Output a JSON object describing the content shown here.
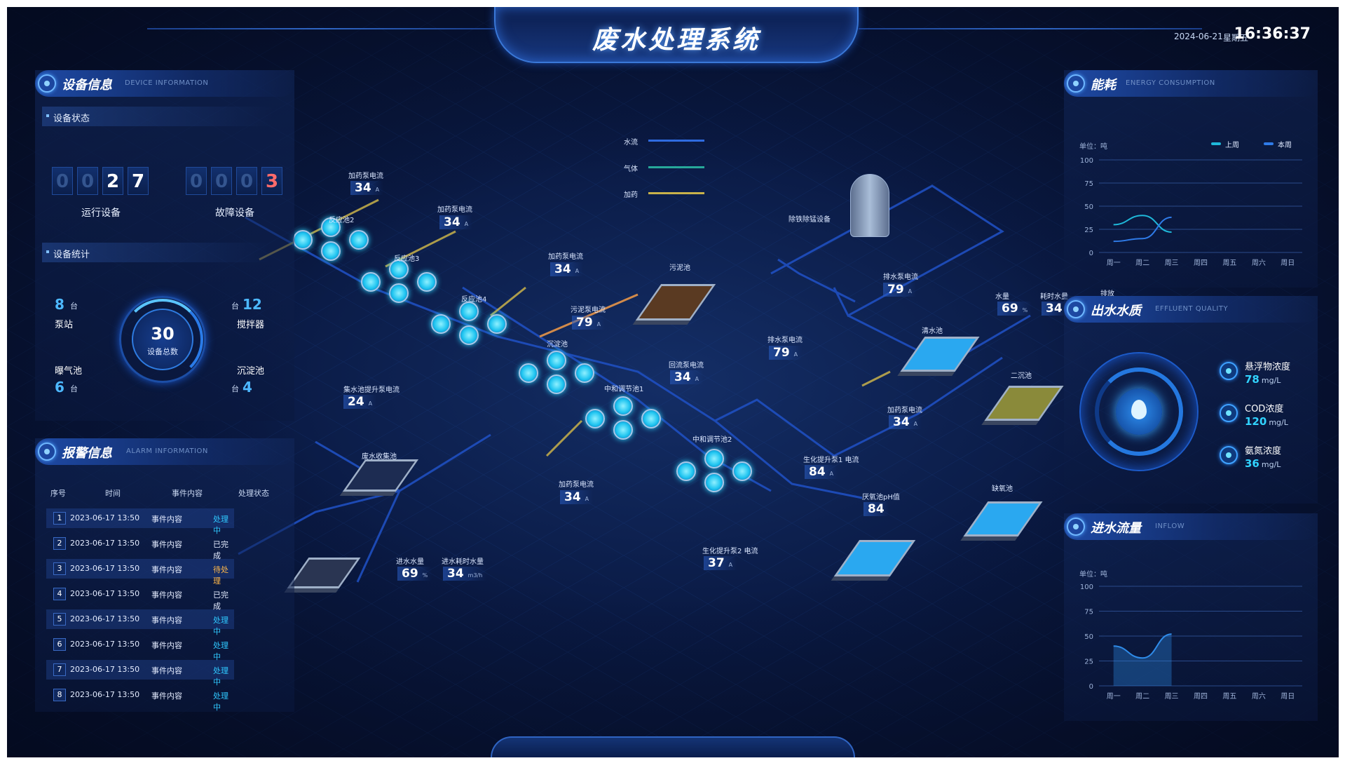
{
  "header": {
    "title": "废水处理系统",
    "date": "2024-06-21",
    "weekday": "星期五",
    "time": "16:36:37"
  },
  "device_panel": {
    "title": "设备信息",
    "title_en": "DEVICE INFORMATION",
    "status_title": "设备状态",
    "running_digits": [
      "0",
      "0",
      "2",
      "7"
    ],
    "running_label": "运行设备",
    "fault_digits": [
      "0",
      "0",
      "0",
      "3"
    ],
    "fault_label": "故障设备",
    "stats_title": "设备统计",
    "pump_count": "8",
    "pump_unit": "台",
    "pump_label": "泵站",
    "mixer_count": "12",
    "mixer_unit": "台",
    "mixer_label": "搅拌器",
    "aeration_count": "6",
    "aeration_unit": "台",
    "aeration_label": "曝气池",
    "settling_count": "4",
    "settling_unit": "台",
    "settling_label": "沉淀池",
    "total": "30",
    "total_label": "设备总数"
  },
  "alarm_panel": {
    "title": "报警信息",
    "title_en": "ALARM INFORMATION",
    "columns": [
      "序号",
      "时间",
      "事件内容",
      "处理状态"
    ],
    "rows": [
      {
        "no": "1",
        "time": "2023-06-17 13:50",
        "event": "事件内容",
        "status": "处理中",
        "status_color": "#2fc8ff"
      },
      {
        "no": "2",
        "time": "2023-06-17 13:50",
        "event": "事件内容",
        "status": "已完成",
        "status_color": "#e4ecff"
      },
      {
        "no": "3",
        "time": "2023-06-17 13:50",
        "event": "事件内容",
        "status": "待处理",
        "status_color": "#ffb84a"
      },
      {
        "no": "4",
        "time": "2023-06-17 13:50",
        "event": "事件内容",
        "status": "已完成",
        "status_color": "#e4ecff"
      },
      {
        "no": "5",
        "time": "2023-06-17 13:50",
        "event": "事件内容",
        "status": "处理中",
        "status_color": "#2fc8ff"
      },
      {
        "no": "6",
        "time": "2023-06-17 13:50",
        "event": "事件内容",
        "status": "处理中",
        "status_color": "#2fc8ff"
      },
      {
        "no": "7",
        "time": "2023-06-17 13:50",
        "event": "事件内容",
        "status": "处理中",
        "status_color": "#2fc8ff"
      },
      {
        "no": "8",
        "time": "2023-06-17 13:50",
        "event": "事件内容",
        "status": "处理中",
        "status_color": "#2fc8ff"
      }
    ]
  },
  "legend": {
    "water": "水流",
    "water_color": "#2f6be0",
    "gas": "气体",
    "gas_color": "#27a89a",
    "dosing": "加药",
    "dosing_color": "#c9b24a"
  },
  "scene": {
    "dosing_pump_a": "加药泵电流",
    "dosing_pump_a_val": "34",
    "dosing_pump_b": "加药泵电流",
    "dosing_pump_b_val": "34",
    "dosing_pump_c": "加药泵电流",
    "dosing_pump_c_val": "34",
    "dosing_pump_d": "加药泵电流",
    "dosing_pump_d_val": "34",
    "reactor2": "反应池2",
    "reactor3": "反应池3",
    "reactor4": "反应池4",
    "sludge_tank": "污泥池",
    "sludge_pump": "污泥泵电流",
    "sludge_pump_val": "79",
    "settling": "沉淀池",
    "return_pump": "回流泵电流",
    "return_pump_val": "34",
    "neutral1": "中和调节池1",
    "neutral2": "中和调节池2",
    "collect_lift": "集水池提升泵电流",
    "collect_lift_val": "24",
    "waste_collect": "废水收集池",
    "in_water": "进水水量",
    "in_water_val": "69",
    "in_water_unit": "%",
    "in_time": "进水耗时水量",
    "in_time_val": "34",
    "in_time_unit": "m3/h",
    "iron_removal": "除铁除锰设备",
    "drain_pump_a": "排水泵电流",
    "drain_pump_a_val": "79",
    "drain_pump_b": "排水泵电流",
    "drain_pump_b_val": "79",
    "clear_pool": "清水池",
    "second_settle": "二沉池",
    "dosing_pump_e": "加药泵电流",
    "dosing_pump_e_val": "34",
    "bio_lift1": "生化提升泵1 电流",
    "bio_lift1_val": "84",
    "anaerobic_ph": "厌氧池pH值",
    "anaerobic_ph_val": "84",
    "bio_lift2": "生化提升泵2 电流",
    "bio_lift2_val": "37",
    "anoxic": "缺氧池",
    "water_qty": "水量",
    "water_qty_val": "69",
    "water_time": "耗时水量",
    "water_time_val": "34",
    "discharge": "排放",
    "unit_a": "A"
  },
  "energy": {
    "title": "能耗",
    "title_en": "ENERGY CONSUMPTION",
    "unit": "单位：吨",
    "legend_last": "上周",
    "legend_this": "本周",
    "color_last": "#1fb8d9",
    "color_this": "#2f7be8",
    "chart_data": {
      "type": "line",
      "categories": [
        "周一",
        "周二",
        "周三",
        "周四",
        "周五",
        "周六",
        "周日"
      ],
      "ylim": [
        0,
        100
      ],
      "yticks": [
        0,
        25,
        50,
        75,
        100
      ],
      "series": [
        {
          "name": "上周",
          "values": [
            30,
            40,
            22,
            null,
            null,
            null,
            null
          ]
        },
        {
          "name": "本周",
          "values": [
            12,
            15,
            38,
            null,
            null,
            null,
            null
          ]
        }
      ]
    }
  },
  "quality": {
    "title": "出水水质",
    "title_en": "EFFLUENT QUALITY",
    "items": [
      {
        "name": "悬浮物浓度",
        "value": "78",
        "unit": "mg/L"
      },
      {
        "name": "COD浓度",
        "value": "120",
        "unit": "mg/L"
      },
      {
        "name": "氨氮浓度",
        "value": "36",
        "unit": "mg/L"
      }
    ]
  },
  "inflow": {
    "title": "进水流量",
    "title_en": "INFLOW",
    "unit": "单位：吨",
    "color": "#2f8be8",
    "chart_data": {
      "type": "area",
      "categories": [
        "周一",
        "周二",
        "周三",
        "周四",
        "周五",
        "周六",
        "周日"
      ],
      "ylim": [
        0,
        100
      ],
      "yticks": [
        0,
        25,
        50,
        75,
        100
      ],
      "series": [
        {
          "values": [
            40,
            28,
            52,
            null,
            null,
            null,
            null
          ]
        }
      ]
    }
  }
}
